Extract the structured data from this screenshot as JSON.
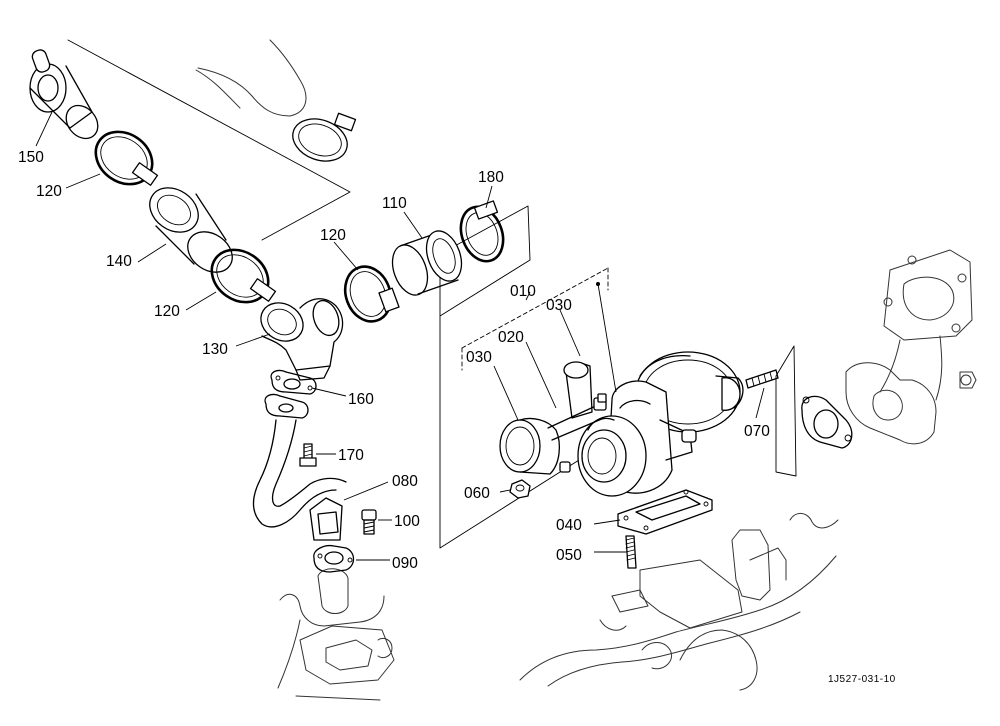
{
  "callouts": [
    {
      "id": "c150",
      "text": "150"
    },
    {
      "id": "c120a",
      "text": "120"
    },
    {
      "id": "c140",
      "text": "140"
    },
    {
      "id": "c120b",
      "text": "120"
    },
    {
      "id": "c130",
      "text": "130"
    },
    {
      "id": "c120c",
      "text": "120"
    },
    {
      "id": "c110",
      "text": "110"
    },
    {
      "id": "c180",
      "text": "180"
    },
    {
      "id": "c010",
      "text": "010"
    },
    {
      "id": "c030a",
      "text": "030"
    },
    {
      "id": "c020",
      "text": "020"
    },
    {
      "id": "c030b",
      "text": "030"
    },
    {
      "id": "c160",
      "text": "160"
    },
    {
      "id": "c170",
      "text": "170"
    },
    {
      "id": "c080",
      "text": "080"
    },
    {
      "id": "c100",
      "text": "100"
    },
    {
      "id": "c090",
      "text": "090"
    },
    {
      "id": "c060",
      "text": "060"
    },
    {
      "id": "c070",
      "text": "070"
    },
    {
      "id": "c040",
      "text": "040"
    },
    {
      "id": "c050",
      "text": "050"
    }
  ],
  "drawing_reference": "1J527-031-10"
}
